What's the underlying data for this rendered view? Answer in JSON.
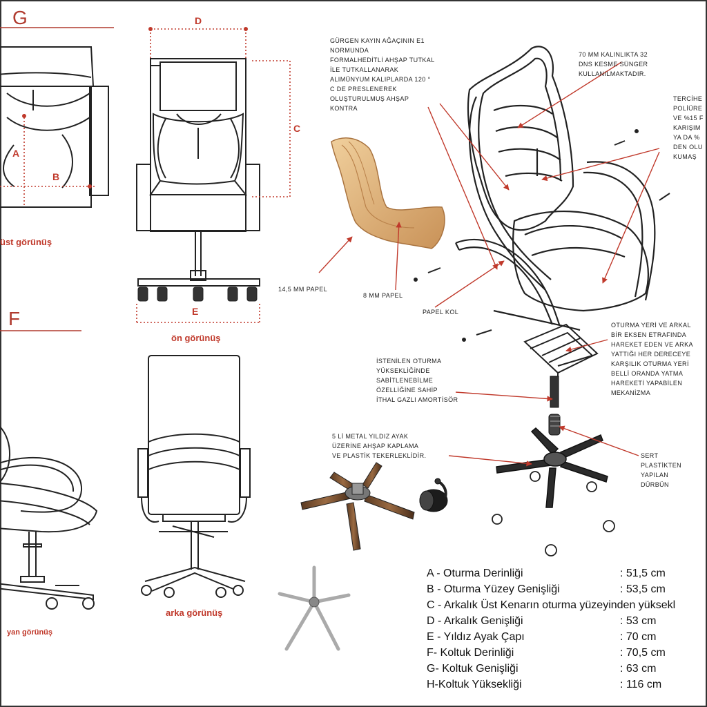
{
  "views": {
    "g_letter": "G",
    "f_letter": "F",
    "top_caption": "üst görünüş",
    "front_caption": "ön görünüş",
    "side_caption": "yan görünüş",
    "back_caption": "arka görünüş"
  },
  "dimension_letters": {
    "a": "A",
    "b": "B",
    "c": "C",
    "d": "D",
    "e": "E"
  },
  "annotations": {
    "wood": "GÜRGEN KAYIN AĞAÇININ E1\nNORMUNDA\nFORMALHEDİTLİ AHŞAP TUTKAL\nİLE TUTKALLANARAK\nALIMÜNYUM KALIPLARDA 120 °\nC DE PRESLENEREK\nOLUŞTURULMUŞ AHŞAP\nKONTRA",
    "foam": "70 MM KALINLIKTA 32\nDNS KESME SÜNGER\nKULLANILMAKTADIR.",
    "fabric": "TERCİHE\nPOLİÜRE\nVE %15 F\nKARIŞIM\nYA DA %\nDEN OLU\nKUMAŞ",
    "papel_14": "14,5 MM PAPEL",
    "papel_8": "8 MM PAPEL",
    "papel_kol": "PAPEL KOL",
    "mechanism": "OTURMA YERİ VE ARKAL\nBİR EKSEN ETRAFINDA\nHAREKET EDEN VE ARKA\nYATTIĞI HER DERECEYE\nKARŞILIK OTURMA YERİ\nBELLİ ORANDA YATMA\nHAREKETİ YAPABİLEN\nMEKANİZMA",
    "gas": "İSTENİLEN OTURMA\nYÜKSEKLİĞİNDE\nSABİTLENEBİLME\nÖZELLİĞİNE SAHİP\nİTHAL GAZLI AMORTİSÖR",
    "base": "5 Lİ METAL YILDIZ AYAK\nÜZERİNE AHŞAP KAPLAMA\nVE PLASTİK TEKERLEKLİDİR.",
    "bushing": "SERT\nPLASTİKTEN\nYAPILAN\nDÜRBÜN"
  },
  "specs": [
    {
      "label": "A - Oturma Derinliği",
      "value": ": 51,5 cm"
    },
    {
      "label": "B - Oturma Yüzey Genişliği",
      "value": ": 53,5 cm"
    },
    {
      "label": "C - Arkalık Üst Kenarın oturma yüzeyinden yüksekl",
      "value": ""
    },
    {
      "label": "D - Arkalık Genişliği",
      "value": ": 53 cm"
    },
    {
      "label": "E - Yıldız Ayak Çapı",
      "value": ": 70 cm"
    },
    {
      "label": "F- Koltuk Derinliği",
      "value": ": 70,5 cm"
    },
    {
      "label": "G- Koltuk Genişliği",
      "value": ":  63 cm"
    },
    {
      "label": "H-Koltuk Yüksekliği",
      "value": ": 116 cm"
    }
  ],
  "colors": {
    "accent": "#c0392b",
    "wood": "#e3b77e",
    "line": "#222222"
  }
}
